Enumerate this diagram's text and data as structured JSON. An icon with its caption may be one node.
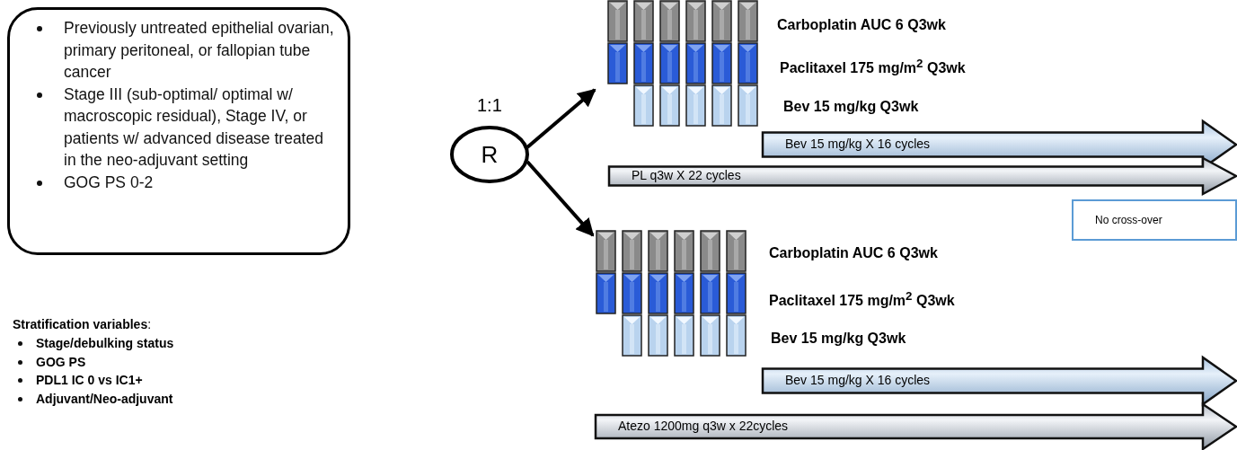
{
  "diagram": {
    "nodes": [
      {
        "text": [
          "Previously untreated epithelial ovarian, primary peritoneal, or fallopian tube cancer",
          "Stage III (sub-optimal/ optimal w/ macroscopic residual), Stage IV, or patients w/ advanced disease treated in the neo-adjuvant setting",
          "GOG PS 0-2"
        ]
      },
      {
        "text": [
          "R"
        ],
        "beside": [
          "1:1"
        ]
      },
      {
        "text": [],
        "shape": "picture"
      },
      {
        "text": [
          "Bev 15 mg/kg X 16 cycles"
        ]
      },
      {
        "text": [
          "PL q3w X 22 cycles"
        ]
      },
      {
        "text": [
          "No cross-over"
        ]
      },
      {
        "text": [],
        "shape": "picture"
      },
      {
        "text": [
          "Bev 15 mg/kg X 16 cycles"
        ]
      },
      {
        "text": [
          "Atezo 1200mg q3w x 22cycles"
        ]
      }
    ],
    "edges": [
      {
        "from": 1,
        "to": 2,
        "arrow": "to"
      },
      {
        "from": 1,
        "to": 6,
        "arrow": "to"
      }
    ],
    "labels": [
      "**Stratification variables**:",
      "Stage/debulking status",
      "GOG PS",
      "PDL1 IC 0 vs IC1+",
      "Adjuvant/Neo-adjuvant",
      "Carboplatin AUC 6 Q3wk",
      "Paclitaxel 175 mg/m$^{2}$ Q3wk",
      "Bev 15 mg/kg Q3wk",
      "Carboplatin AUC 6 Q3wk",
      "Paclitaxel 175 mg/m$^{2}$ Q3wk",
      "Bev 15 mg/kg Q3wk"
    ]
  }
}
